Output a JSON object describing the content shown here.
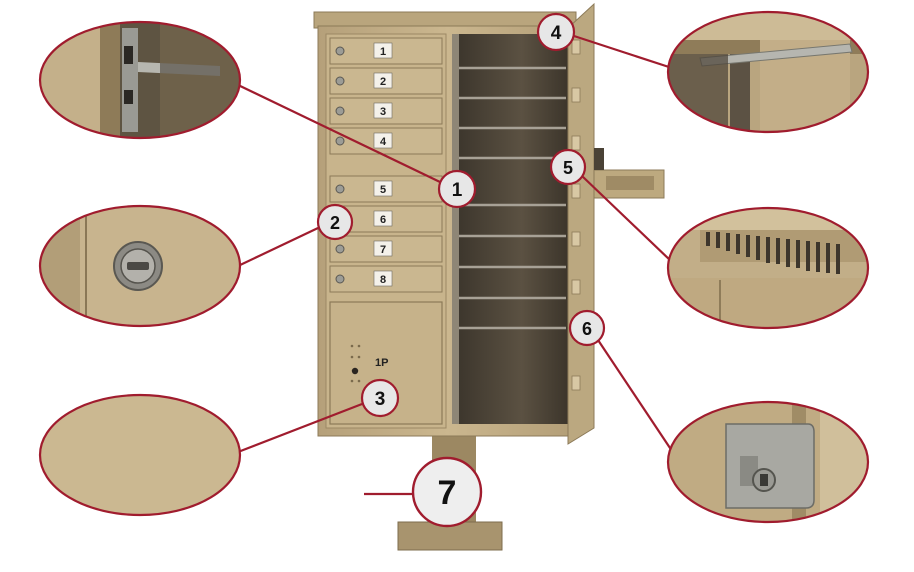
{
  "callouts": [
    {
      "id": "1",
      "label": "1"
    },
    {
      "id": "2",
      "label": "2"
    },
    {
      "id": "3",
      "label": "3"
    },
    {
      "id": "4",
      "label": "4"
    },
    {
      "id": "5",
      "label": "5"
    },
    {
      "id": "6",
      "label": "6"
    },
    {
      "id": "7",
      "label": "7"
    }
  ],
  "doors": [
    "1",
    "2",
    "3",
    "4",
    "5",
    "6",
    "7",
    "8"
  ],
  "parcel_door_label": "1P",
  "colors": {
    "callout_border": "#a01c2e",
    "cabinet": "#c2ad84",
    "cabinet_dark": "#8c7a58",
    "interior": "#4a4236"
  }
}
